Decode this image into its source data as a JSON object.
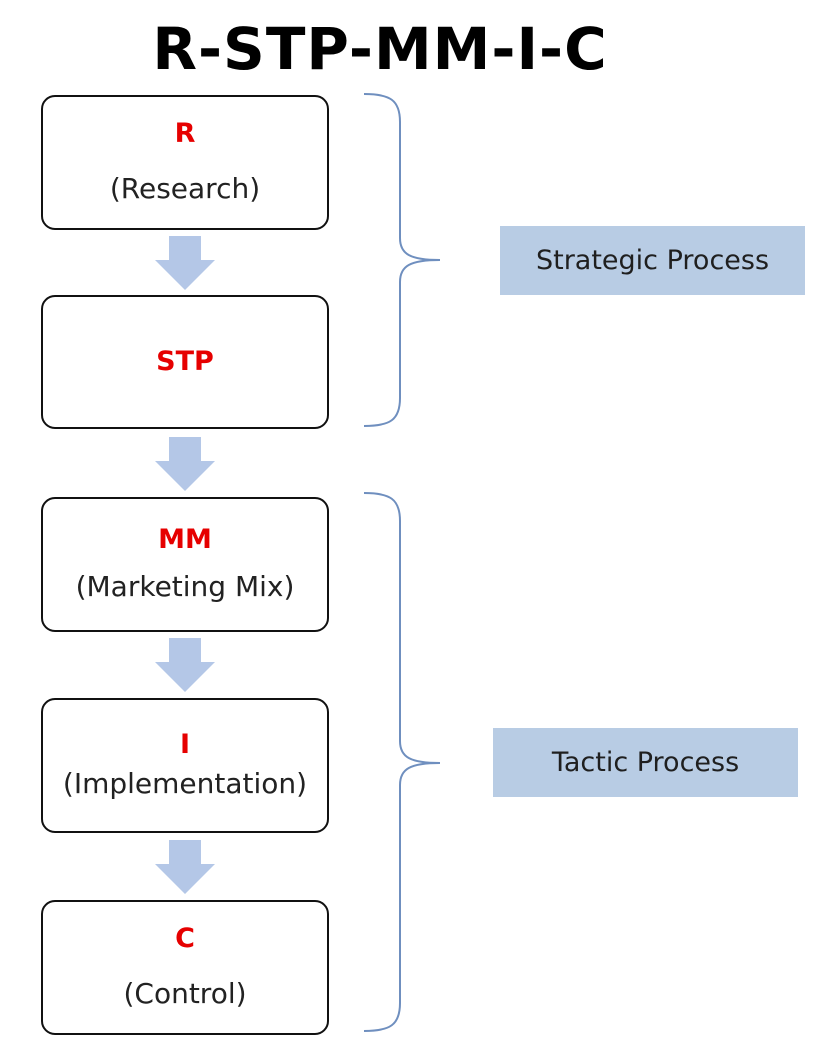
{
  "title": "R-STP-MM-I-C",
  "steps": [
    {
      "code": "R",
      "label": "(Research)"
    },
    {
      "code": "STP",
      "label": ""
    },
    {
      "code": "MM",
      "label": "(Marketing Mix)"
    },
    {
      "code": "I",
      "label": "(Implementation)"
    },
    {
      "code": "C",
      "label": "(Control)"
    }
  ],
  "groups": [
    {
      "label": "Strategic Process"
    },
    {
      "label": "Tactic Process"
    }
  ],
  "colors": {
    "code_text": "#e60000",
    "box_border": "#111111",
    "arrow_fill": "#b4c7e7",
    "brace_stroke": "#6f8fbf",
    "label_fill": "#b8cce4"
  }
}
